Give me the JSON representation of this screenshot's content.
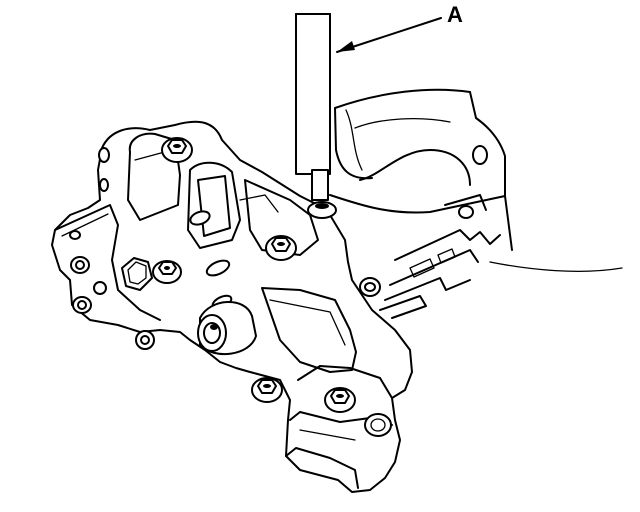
{
  "diagram": {
    "callouts": [
      {
        "label": "A",
        "target": "tool-shaft"
      }
    ],
    "colors": {
      "ink": "#000000",
      "paper": "#ffffff"
    },
    "subject": "balancer-shaft-assembly-with-tool"
  }
}
